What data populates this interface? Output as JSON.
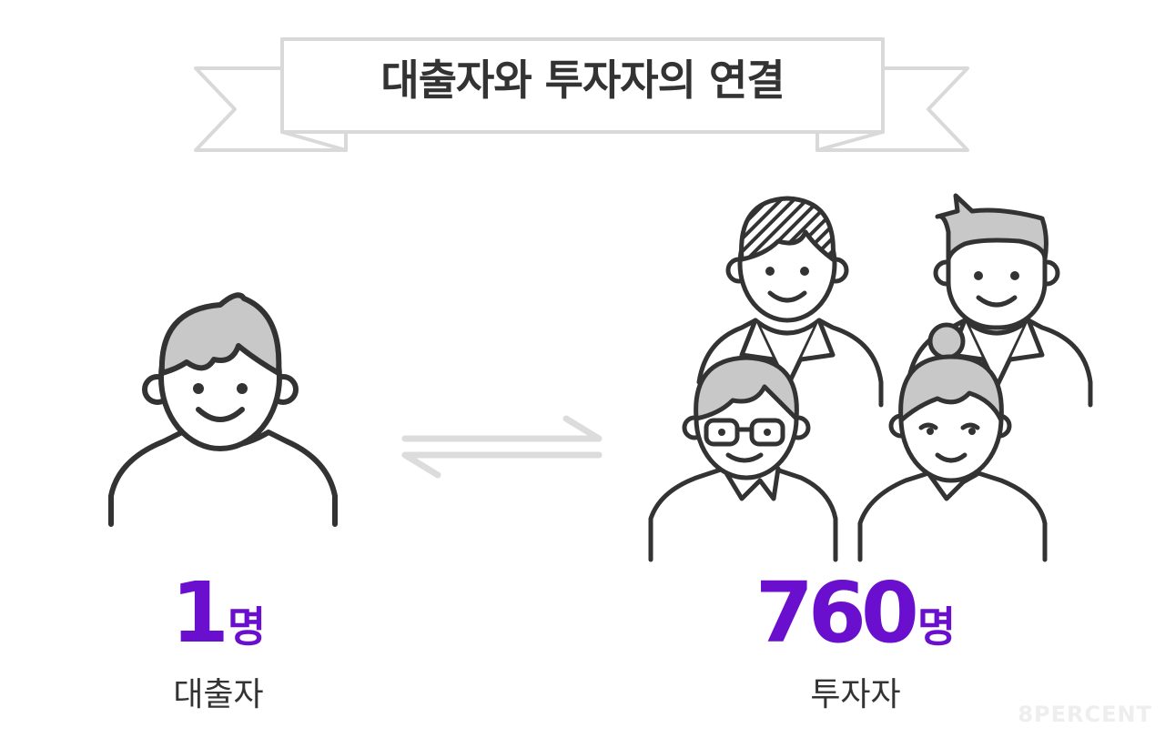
{
  "title": "대출자와 투자자의 연결",
  "borrower": {
    "count": "1",
    "unit": "명",
    "label": "대출자"
  },
  "investor": {
    "count": "760",
    "unit": "명",
    "label": "투자자"
  },
  "brand": "8PERCENT",
  "colors": {
    "accent": "#6b0fce",
    "line": "#333333",
    "hair": "#c8c8c8",
    "ribbon": "#d9d9d9"
  },
  "icons": [
    "ribbon-banner",
    "borrower-person-icon",
    "exchange-arrows-icon",
    "investor-group-icon"
  ]
}
